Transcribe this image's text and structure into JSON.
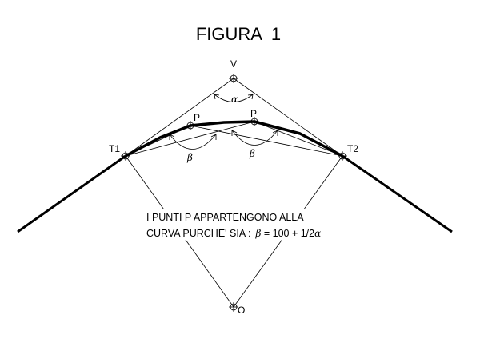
{
  "title": "FIGURA  1",
  "points": {
    "vertex": "V",
    "tangent_left": "T1",
    "tangent_right": "T2",
    "curve_point_left": "P",
    "curve_point_right": "P",
    "center": "O"
  },
  "angles": {
    "alpha": "α",
    "beta_left": "β",
    "beta_right": "β"
  },
  "caption": {
    "line1": "I PUNTI P APPARTENGONO ALLA",
    "line2_prefix": "CURVA PURCHE' SIA :",
    "beta_symbol": "β",
    "line2_formula": " = 100 + 1/2",
    "alpha_symbol": "α"
  }
}
